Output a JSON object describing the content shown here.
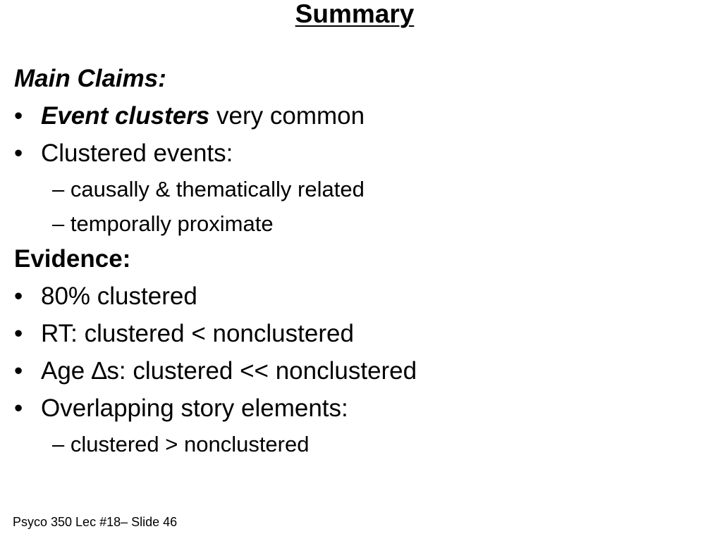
{
  "slide": {
    "title": "Summary",
    "main_claims": {
      "heading": "Main Claims:",
      "bullet_1": {
        "marker": "•",
        "emphasis": "Event clusters",
        "rest": " very common"
      },
      "bullet_2": {
        "marker": "•",
        "text": "Clustered events:"
      },
      "sub_1": "– causally & thematically related",
      "sub_2": "– temporally proximate"
    },
    "evidence": {
      "heading": "Evidence:",
      "bullet_1": {
        "marker": "•",
        "text": "80% clustered"
      },
      "bullet_2": {
        "marker": "•",
        "text": "RT:  clustered < nonclustered"
      },
      "bullet_3": {
        "marker": "•",
        "text": "Age ∆s:  clustered << nonclustered"
      },
      "bullet_4": {
        "marker": "•",
        "text": "Overlapping story elements:"
      },
      "sub_1": "– clustered > nonclustered"
    },
    "footer": "Psyco 350 Lec #18– Slide 46"
  }
}
